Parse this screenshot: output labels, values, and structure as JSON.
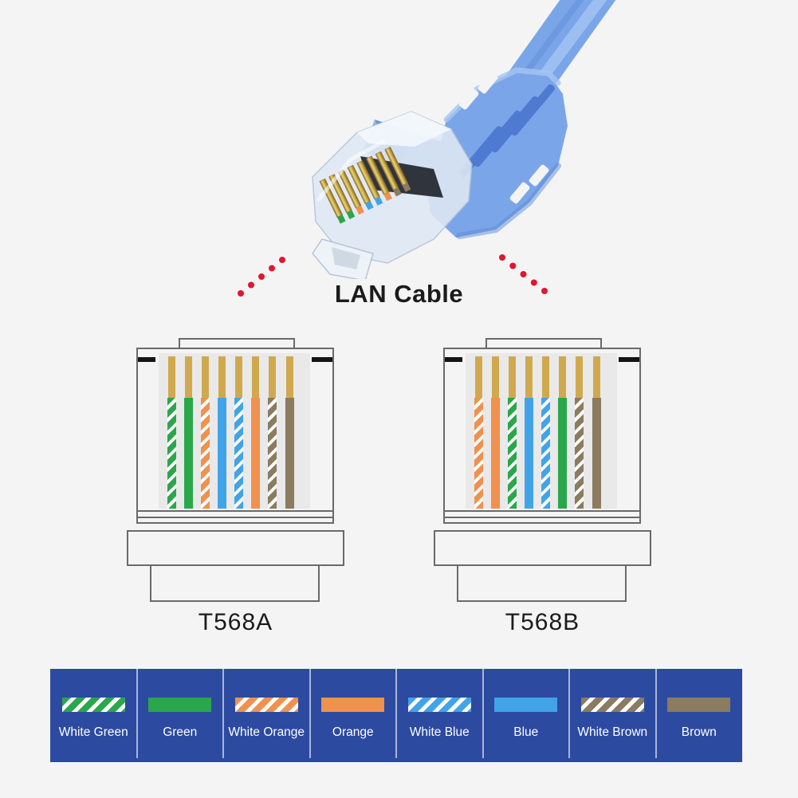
{
  "header": {
    "title": "LAN Cable"
  },
  "connectors": [
    {
      "label": "T568A",
      "wires": [
        "white-green",
        "green",
        "white-orange",
        "blue",
        "white-blue",
        "orange",
        "white-brown",
        "brown"
      ]
    },
    {
      "label": "T568B",
      "wires": [
        "white-orange",
        "orange",
        "white-green",
        "blue",
        "white-blue",
        "green",
        "white-brown",
        "brown"
      ]
    }
  ],
  "legend": {
    "items": [
      {
        "key": "white-green",
        "label": "White Green",
        "style": "striped",
        "color": "#2aa74a"
      },
      {
        "key": "green",
        "label": "Green",
        "style": "solid",
        "color": "#2aa74a"
      },
      {
        "key": "white-orange",
        "label": "White Orange",
        "style": "striped",
        "color": "#f0914d"
      },
      {
        "key": "orange",
        "label": "Orange",
        "style": "solid",
        "color": "#f0914d"
      },
      {
        "key": "white-blue",
        "label": "White Blue",
        "style": "striped",
        "color": "#42a4e8"
      },
      {
        "key": "blue",
        "label": "Blue",
        "style": "solid",
        "color": "#42a4e8"
      },
      {
        "key": "white-brown",
        "label": "White Brown",
        "style": "striped",
        "color": "#8b7b5f"
      },
      {
        "key": "brown",
        "label": "Brown",
        "style": "solid",
        "color": "#8b7b5f"
      }
    ]
  },
  "colors": {
    "background": "#f4f4f5",
    "outline": "#6a6a6a",
    "ink": "#1b1b1b",
    "pin_gold": "#d0a94e",
    "dot_red": "#e0172e",
    "legend_bg": "#2c4aa0",
    "legend_divider": "#a9b5d8",
    "legend_text": "#ffffff",
    "inner_gray": "#e9e9ea",
    "bar_black": "#141414",
    "cable_blue": "#7aa6e9"
  }
}
